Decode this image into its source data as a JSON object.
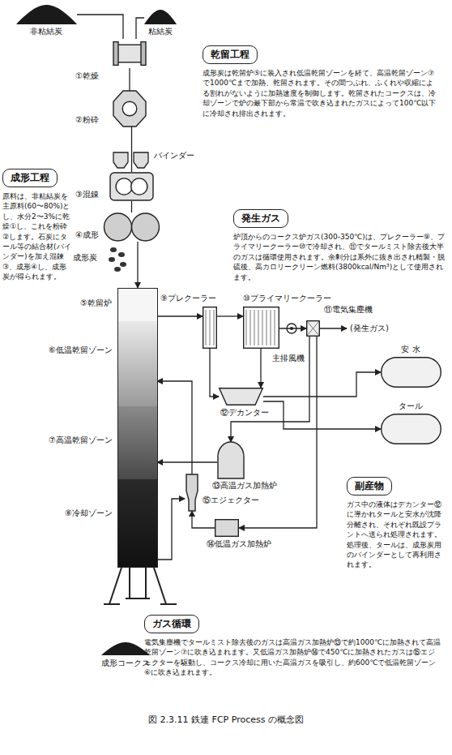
{
  "diagram": {
    "caption": "図 2.3.11 鉄連 FCP Process の概念図",
    "nodes": [
      {
        "text": [
          "非粘結炭"
        ]
      },
      {
        "text": [
          "粘結炭"
        ]
      },
      {
        "text": [
          "①乾燥"
        ]
      },
      {
        "text": [
          "乾留工程",
          "成形炭は乾留炉⑤に装入され低温乾留ゾーンを経て、高温乾留ゾーン⑦で1000℃まで加熱、乾留されます。その間つぶれ、ふくれや収縮による割れがないように加熱速度を制御します。乾留されたコークスは、冷却ゾーンで炉の最下部から常温で吹き込まれたガスによって100℃以下に冷却され排出されます。"
        ]
      },
      {
        "text": [
          "②粉砕"
        ]
      },
      {
        "text": [
          "成形工程",
          "原料は、非粘結炭を主原料(60〜80%)とし、水分2〜3%に乾燥①し、これを粉砕②します。石炭にタール等の結合材(バインダー)を加え混錬③、成形④し、成形炭が得られます。"
        ]
      },
      {
        "text": [
          "③混錬"
        ]
      },
      {
        "text": [
          "発生ガス",
          "炉頂からのコークス炉ガス(300-350℃)は、プレクーラー⑨、プライマリークーラー⑩で冷却され、⑪でタールミスト除去後大半のガスは循環使用されます。余剰分は系外に抜き出され精製・脱硫後、高カロリークリーン燃料(3800kcal/Nm³)として使用されます。"
        ]
      },
      {
        "text": [
          "④成形"
        ]
      },
      {
        "text": [
          "⑤乾留炉"
        ]
      },
      {
        "text": [
          "⑥低温乾留ゾーン"
        ],
        "in": 9
      },
      {
        "text": [
          "⑦高温乾留ゾーン"
        ],
        "in": 9
      },
      {
        "text": [
          "⑧冷却ゾーン"
        ],
        "in": 9
      },
      {
        "text": [
          "⑨プレクーラー"
        ]
      },
      {
        "text": [
          "⑩プライマリークーラー"
        ]
      },
      {
        "text": [
          "⑪電気集塵機"
        ]
      },
      {
        "text": [
          "⑫デカンター"
        ]
      },
      {
        "text": [
          "安 水"
        ]
      },
      {
        "text": [
          "タール"
        ]
      },
      {
        "text": [
          "⑬高温ガス加熱炉"
        ]
      },
      {
        "text": [
          "⑮エジェクター"
        ]
      },
      {
        "text": [
          "副産物",
          "ガス中の液体はデカンター⑫に導かれタールと安水が沈降分離され、それぞれ既設プラントへ送られ処理されます。処理後、タールは、成形炭用のバインダーとして再利用されます。"
        ]
      },
      {
        "text": [
          "⑭低温ガス加熱炉"
        ]
      },
      {
        "text": [
          "成形コークス"
        ]
      },
      {
        "text": [
          "ガス循環",
          "電気集塵機でタールミスト除去後のガスは高温ガス加熱炉⑬で約1000℃に加熱されて高温乾留ゾーン⑦に吹き込まれます。又低温ガス加熱炉⑭で450℃に加熱されたガスは⑮エジェクターを駆動し、コークス冷却に用いた高温ガスを吸引し、約600℃で低温乾留ゾーン⑥に吹き込まれます。"
        ]
      }
    ],
    "edges": [
      {
        "from": 0,
        "to": 2,
        "arrow": "none"
      },
      {
        "from": 1,
        "to": 2,
        "arrow": "none"
      },
      {
        "from": 2,
        "to": 4,
        "arrow": "none"
      },
      {
        "from": 4,
        "to": 6,
        "arrow": "none"
      },
      {
        "from": 6,
        "to": 8,
        "arrow": "none"
      },
      {
        "from": 8,
        "to": 9,
        "arrow": "to"
      },
      {
        "from": 9,
        "to": 13,
        "arrow": "to"
      },
      {
        "from": 13,
        "to": 14,
        "arrow": "to"
      },
      {
        "from": 14,
        "to": 15,
        "arrow": "to"
      },
      {
        "from": 13,
        "to": 16,
        "arrow": "to"
      },
      {
        "from": 14,
        "to": 16,
        "arrow": "to"
      },
      {
        "from": 16,
        "to": 17,
        "arrow": "to"
      },
      {
        "from": 16,
        "to": 18,
        "arrow": "to"
      },
      {
        "from": 15,
        "to": 19,
        "arrow": "to"
      },
      {
        "from": 15,
        "to": 22,
        "arrow": "to"
      },
      {
        "from": 19,
        "to": 11,
        "arrow": "to"
      },
      {
        "from": 22,
        "to": 20,
        "arrow": "to"
      },
      {
        "from": 12,
        "to": 20,
        "arrow": "to"
      },
      {
        "from": 20,
        "to": 10,
        "arrow": "to"
      }
    ],
    "labels": [
      "バインダー",
      "成形炭",
      "主排風機",
      "(発生ガス)"
    ]
  }
}
